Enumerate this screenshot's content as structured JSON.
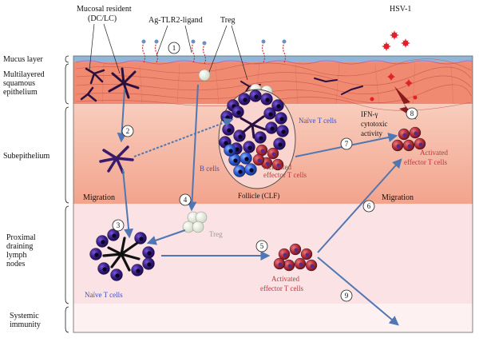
{
  "left_labels": {
    "mucus": "Mucus layer",
    "epithelium": [
      "Multilayered",
      "squamous",
      "epithelium"
    ],
    "subepithelium": "Subepithelium",
    "lymph": [
      "Proximal",
      "draining",
      "lymph",
      "nodes"
    ],
    "systemic": [
      "Systemic",
      "immunity"
    ]
  },
  "top_labels": {
    "mucosal_resident": [
      "Mucosal resident",
      "(DC/LC)"
    ],
    "ag_tlr2": "Ag-TLR2-ligand",
    "treg": "Treg",
    "hsv": "HSV-1"
  },
  "inner_labels": {
    "naive_t_follicle": "Naïve T cells",
    "b_cells": "B cells",
    "follicle": "Follicle (CLF)",
    "activated_follicle": [
      "Activated",
      "effector T cells"
    ],
    "ifn": [
      "IFN-γ",
      "cytotoxic",
      "activity"
    ],
    "activated_right": [
      "Activated",
      "effector T cells"
    ],
    "migration_left": "Migration",
    "migration_right": "Migration",
    "treg_lymph": "Treg",
    "naive_t_lymph": "Naïve T cells",
    "activated_lymph": [
      "Activated",
      "effector T cells"
    ]
  },
  "steps": [
    "1",
    "2",
    "3",
    "4",
    "5",
    "6",
    "7",
    "8",
    "9"
  ],
  "colors": {
    "mucus": "#8fb6d8",
    "epithelium": "#f08a70",
    "subepithelium_top": "#f7c4b2",
    "subepithelium_bottom": "#f3ad97",
    "lymph": "#fbe2e4",
    "systemic": "#fdf1f1",
    "naive_t": "#3a1f8a",
    "b_cell": "#2d5bd8",
    "activated": "#c0343c",
    "treg": "#e8eedd",
    "arrow": "#6a8fc2",
    "virus": "#e0202a",
    "pink_text": "#c0343c",
    "blue_text": "#3b4bd0",
    "gray_text": "#999999"
  }
}
